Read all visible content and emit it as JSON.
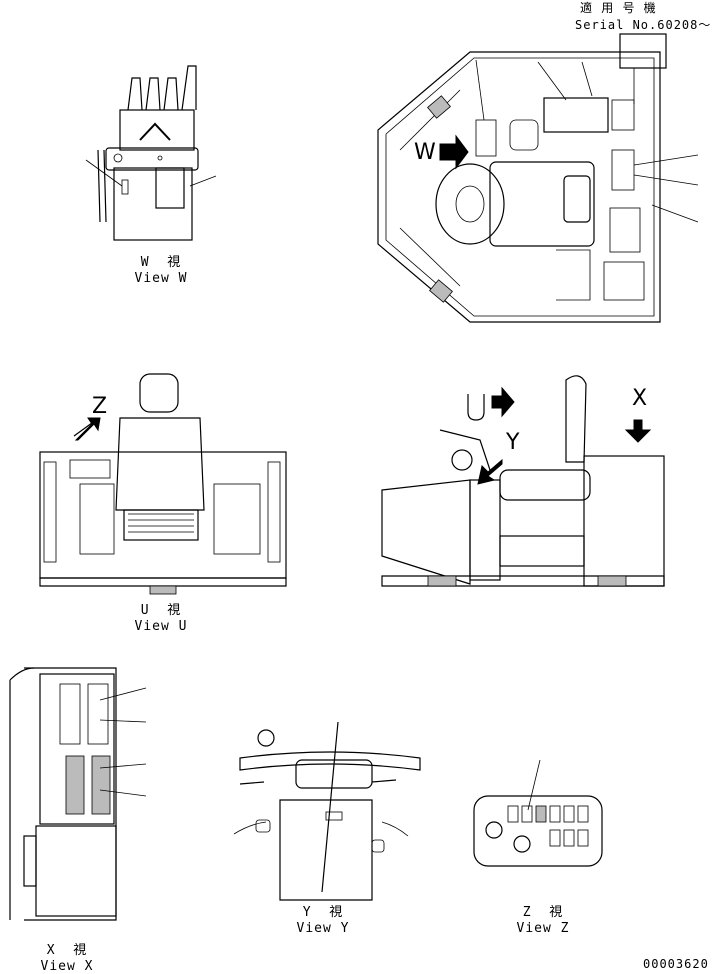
{
  "header": {
    "applicable_label": "適 用 号 機",
    "serial_label": "Serial No.60208～"
  },
  "views": {
    "w": {
      "jp": "W  視",
      "en": "View W"
    },
    "u": {
      "jp": "U  視",
      "en": "View U"
    },
    "x": {
      "jp": "X  視",
      "en": "View X"
    },
    "y": {
      "jp": "Y  視",
      "en": "View Y"
    },
    "z": {
      "jp": "Z  視",
      "en": "View Z"
    }
  },
  "arrows": {
    "w": "W",
    "u": "U",
    "x": "X",
    "y": "Y",
    "z": "Z"
  },
  "footer": {
    "drawing_number": "00003620"
  }
}
